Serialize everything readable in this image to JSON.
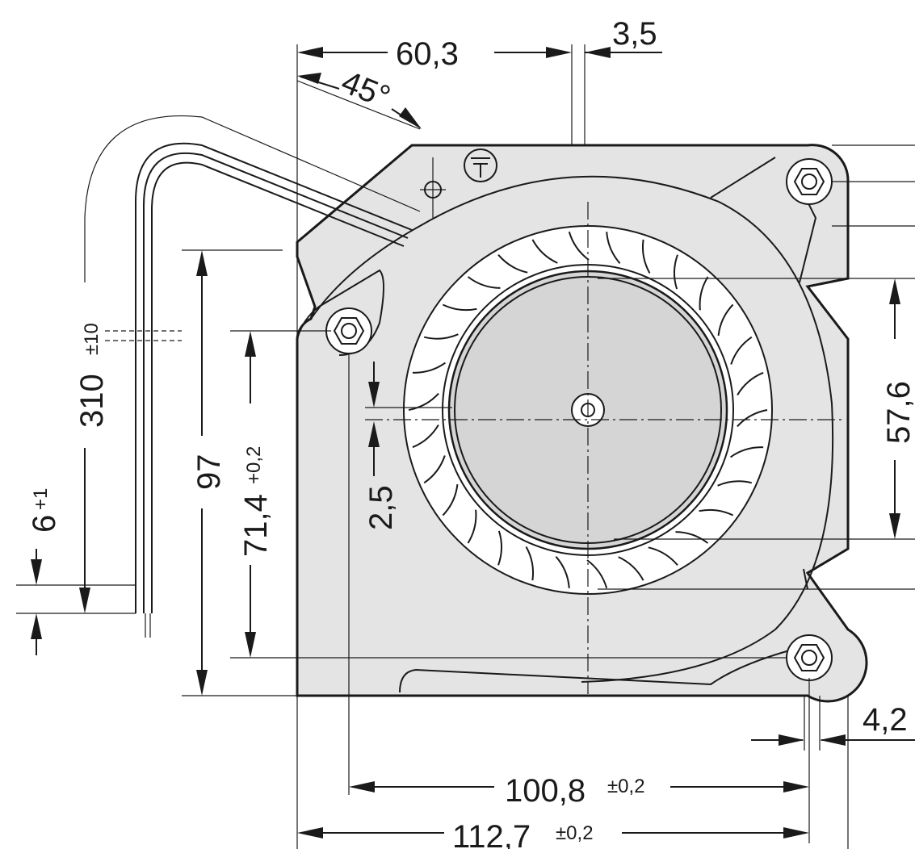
{
  "dimensions": {
    "width_top": "60,3",
    "offset_top": "3,5",
    "angle": "45°",
    "cable_length": "310",
    "cable_length_tol": "±10",
    "strip_length": "6",
    "strip_length_tol": "+1",
    "height_total": "97",
    "hole_spacing_v": "71,4",
    "hole_spacing_v_tol": "+0,2",
    "center_offset": "2,5",
    "outlet_height": "57,6",
    "hole_offset_right": "4,2",
    "hole_spacing_h": "100,8",
    "hole_spacing_h_tol": "±0,2",
    "width_total": "112,7",
    "width_total_tol": "±0,2"
  }
}
